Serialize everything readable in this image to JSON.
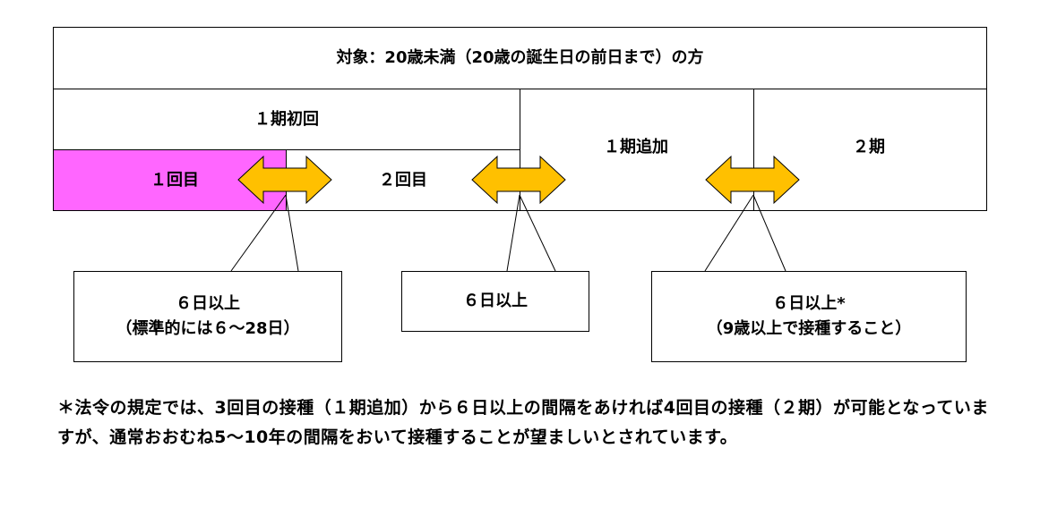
{
  "header": {
    "title": "対象：20歳未満（20歳の誕生日の前日まで）の方"
  },
  "schedule": {
    "phase1_initial": "１期初回",
    "dose1": "１回目",
    "dose2": "２回目",
    "phase1_booster": "１期追加",
    "phase2": "２期"
  },
  "callouts": {
    "interval1_line1": "６日以上",
    "interval1_line2": "（標準的には６～28日）",
    "interval2": "６日以上",
    "interval3_line1": "６日以上*",
    "interval3_line2": "（9歳以上で接種すること）"
  },
  "footnote": "＊法令の規定では、3回目の接種（１期追加）から６日以上の間隔をあければ4回目の接種（２期）が可能となっていますが、通常おおむね5～10年の間隔をおいて接種することが望ましいとされています。",
  "colors": {
    "dose1_fill": "#ff66ff",
    "arrow_fill": "#ffc000",
    "arrow_stroke": "#000000",
    "line": "#000000"
  },
  "icons": {
    "interval_arrow": "double-headed-arrow-icon"
  }
}
